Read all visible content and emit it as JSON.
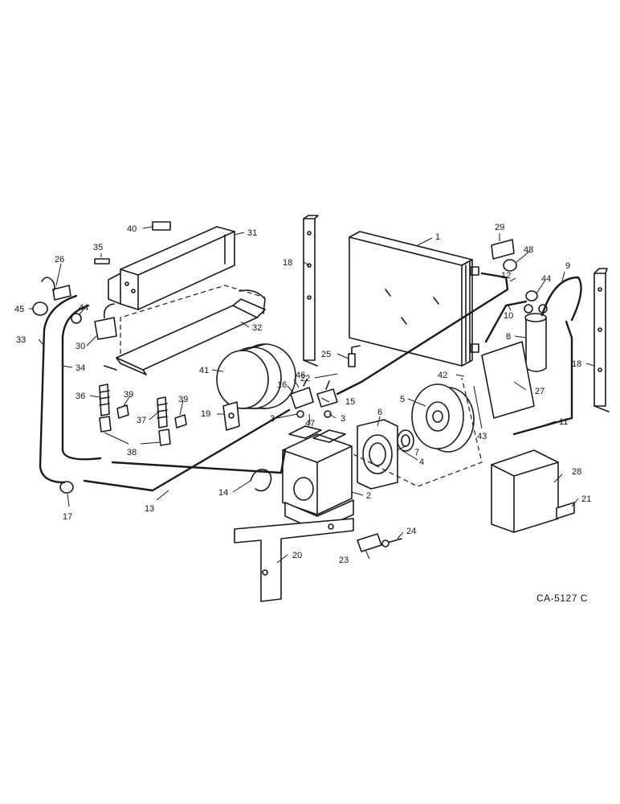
{
  "drawing_code": "CA-5127 C",
  "callouts": {
    "c1": "1",
    "c2": "2",
    "c3a": "3",
    "c3b": "3",
    "c4": "4",
    "c5": "5",
    "c6": "6",
    "c7": "7",
    "c8": "8",
    "c9": "9",
    "c10": "10",
    "c11": "11",
    "c12": "12",
    "c13": "13",
    "c14": "14",
    "c15": "15",
    "c16": "16",
    "c17": "17",
    "c18a": "18",
    "c18b": "18",
    "c19": "19",
    "c20": "20",
    "c21": "21",
    "c22": "22",
    "c23": "23",
    "c24": "24",
    "c25": "25",
    "c26": "26",
    "c27": "27",
    "c28": "28",
    "c29": "29",
    "c30": "30",
    "c31": "31",
    "c32": "32",
    "c33": "33",
    "c34": "34",
    "c35": "35",
    "c36": "36",
    "c37": "37",
    "c38": "38",
    "c39a": "39",
    "c39b": "39",
    "c40": "40",
    "c41": "41",
    "c42": "42",
    "c43": "43",
    "c44a": "44",
    "c44b": "44",
    "c45": "45",
    "c46": "46",
    "c47": "47",
    "c48": "48"
  }
}
